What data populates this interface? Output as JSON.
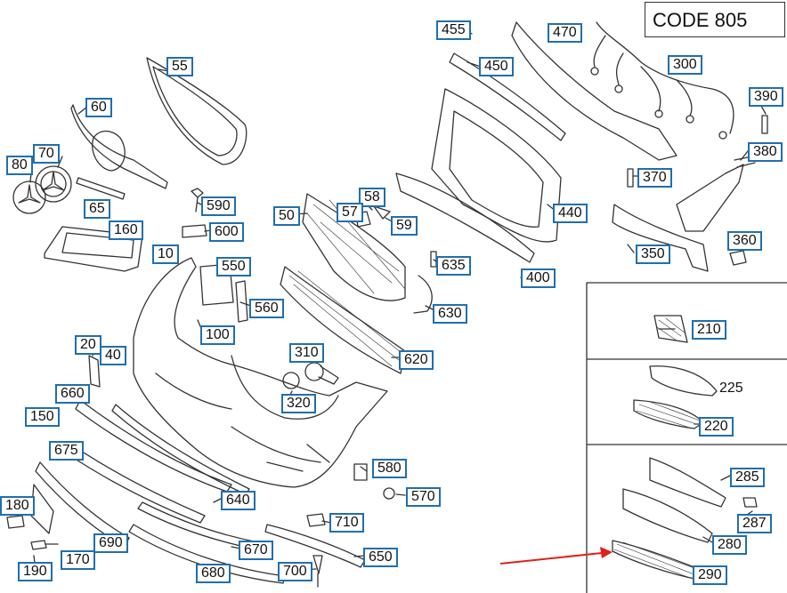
{
  "header": {
    "code_text": "CODE 805"
  },
  "callouts": [
    {
      "id": "455",
      "label": "455"
    },
    {
      "id": "470",
      "label": "470"
    },
    {
      "id": "55",
      "label": "55"
    },
    {
      "id": "450",
      "label": "450"
    },
    {
      "id": "300",
      "label": "300"
    },
    {
      "id": "390",
      "label": "390"
    },
    {
      "id": "60",
      "label": "60"
    },
    {
      "id": "70",
      "label": "70"
    },
    {
      "id": "80",
      "label": "80"
    },
    {
      "id": "380",
      "label": "380"
    },
    {
      "id": "370",
      "label": "370"
    },
    {
      "id": "590",
      "label": "590"
    },
    {
      "id": "58",
      "label": "58"
    },
    {
      "id": "50",
      "label": "50"
    },
    {
      "id": "57",
      "label": "57"
    },
    {
      "id": "59",
      "label": "59"
    },
    {
      "id": "440",
      "label": "440"
    },
    {
      "id": "65",
      "label": "65"
    },
    {
      "id": "160",
      "label": "160"
    },
    {
      "id": "600",
      "label": "600"
    },
    {
      "id": "360",
      "label": "360"
    },
    {
      "id": "10",
      "label": "10"
    },
    {
      "id": "635",
      "label": "635"
    },
    {
      "id": "350",
      "label": "350"
    },
    {
      "id": "550",
      "label": "550"
    },
    {
      "id": "400",
      "label": "400"
    },
    {
      "id": "560",
      "label": "560"
    },
    {
      "id": "630",
      "label": "630"
    },
    {
      "id": "210",
      "label": "210"
    },
    {
      "id": "100",
      "label": "100"
    },
    {
      "id": "20",
      "label": "20"
    },
    {
      "id": "40",
      "label": "40"
    },
    {
      "id": "310",
      "label": "310"
    },
    {
      "id": "620",
      "label": "620"
    },
    {
      "id": "660",
      "label": "660"
    },
    {
      "id": "320",
      "label": "320"
    },
    {
      "id": "150",
      "label": "150"
    },
    {
      "id": "220",
      "label": "220"
    },
    {
      "id": "675",
      "label": "675"
    },
    {
      "id": "580",
      "label": "580"
    },
    {
      "id": "285",
      "label": "285"
    },
    {
      "id": "570",
      "label": "570"
    },
    {
      "id": "180",
      "label": "180"
    },
    {
      "id": "640",
      "label": "640"
    },
    {
      "id": "287",
      "label": "287"
    },
    {
      "id": "710",
      "label": "710"
    },
    {
      "id": "280",
      "label": "280"
    },
    {
      "id": "690",
      "label": "690"
    },
    {
      "id": "170",
      "label": "170"
    },
    {
      "id": "670",
      "label": "670"
    },
    {
      "id": "650",
      "label": "650"
    },
    {
      "id": "190",
      "label": "190"
    },
    {
      "id": "680",
      "label": "680"
    },
    {
      "id": "700",
      "label": "700"
    },
    {
      "id": "290",
      "label": "290"
    }
  ],
  "plain_callouts": [
    {
      "id": "225",
      "label": "225"
    }
  ],
  "colors": {
    "callout_border": "#1f6fb0",
    "pointer_arrow": "#e0201b",
    "line_art": "#333333"
  }
}
